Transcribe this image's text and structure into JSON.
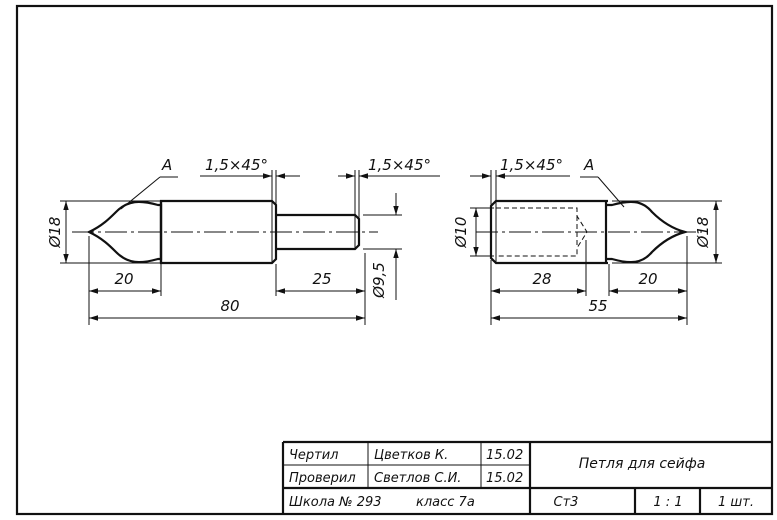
{
  "dimensions": {
    "left_part": {
      "diameter_main": "Ø18",
      "diameter_pin": "Ø9,5",
      "length_tip": "20",
      "length_pin": "25",
      "length_total": "80",
      "chamfer_1": "1,5×45°",
      "chamfer_2": "1,5×45°",
      "view_label": "A"
    },
    "right_part": {
      "diameter_bore": "Ø10",
      "diameter_main": "Ø18",
      "length_bore": "28",
      "length_tip": "20",
      "length_total": "55",
      "chamfer": "1,5×45°",
      "view_label": "A"
    }
  },
  "title_block": {
    "drawn_label": "Чертил",
    "drawn_name": "Цветков К.",
    "drawn_date": "15.02",
    "checked_label": "Проверил",
    "checked_name": "Светлов С.И.",
    "checked_date": "15.02",
    "school": "Школа № 293",
    "class": "класс 7а",
    "part_name": "Петля для сейфа",
    "material": "Ст3",
    "scale": "1 : 1",
    "quantity": "1 шт."
  }
}
